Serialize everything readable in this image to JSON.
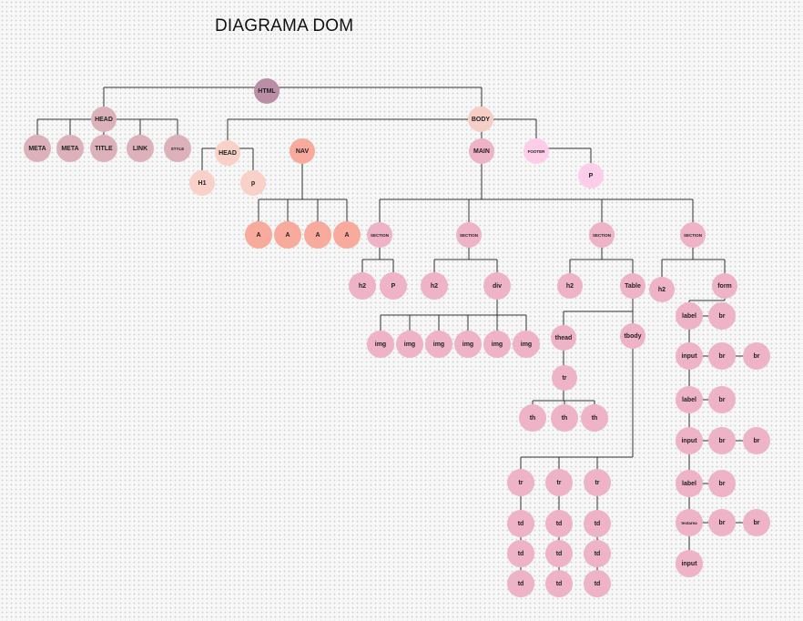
{
  "title": "DIAGRAMA DOM",
  "colors": {
    "root": "#b98ea6",
    "head": "#ddb1bb",
    "body": "#f5cfc6",
    "light": "#f9d1c8",
    "nav": "#f8ab9c",
    "footer": "#fdcdea",
    "main": "#eeb3c6"
  },
  "nodes": {
    "html": "HTML",
    "head": "HEAD",
    "meta1": "META",
    "meta2": "META",
    "title": "TITLE",
    "link": "LINK",
    "style": "STYLE",
    "body": "BODY",
    "bhead": "HEAD",
    "h1": "H1",
    "p1": "p",
    "nav": "NAV",
    "a1": "A",
    "a2": "A",
    "a3": "A",
    "a4": "A",
    "main": "MAIN",
    "footer": "FOOTER",
    "fp": "P",
    "sec1": "SECTION",
    "sec2": "SECTION",
    "sec3": "SECTION",
    "sec4": "SECTION",
    "s1h2": "h2",
    "s1p": "P",
    "s2h2": "h2",
    "div": "div",
    "img1": "img",
    "img2": "img",
    "img3": "img",
    "img4": "img",
    "img5": "img",
    "img6": "img",
    "s3h2": "h2",
    "table": "Table",
    "thead": "thead",
    "tbody": "tbody",
    "trh": "tr",
    "th1": "th",
    "th2": "th",
    "th3": "th",
    "tr1": "tr",
    "tr2": "tr",
    "tr3": "tr",
    "td11": "td",
    "td12": "td",
    "td13": "td",
    "td21": "td",
    "td22": "td",
    "td23": "td",
    "td31": "td",
    "td32": "td",
    "td33": "td",
    "s4h2": "h2",
    "form": "form",
    "label1": "label",
    "br1": "br",
    "input1": "input",
    "br2": "br",
    "br3": "br",
    "label2": "label",
    "br4": "br",
    "input2": "input",
    "br5": "br",
    "br6": "br",
    "label3": "label",
    "br7": "br",
    "textarea": "textarea",
    "br8": "br",
    "br9": "br",
    "input3": "input"
  }
}
